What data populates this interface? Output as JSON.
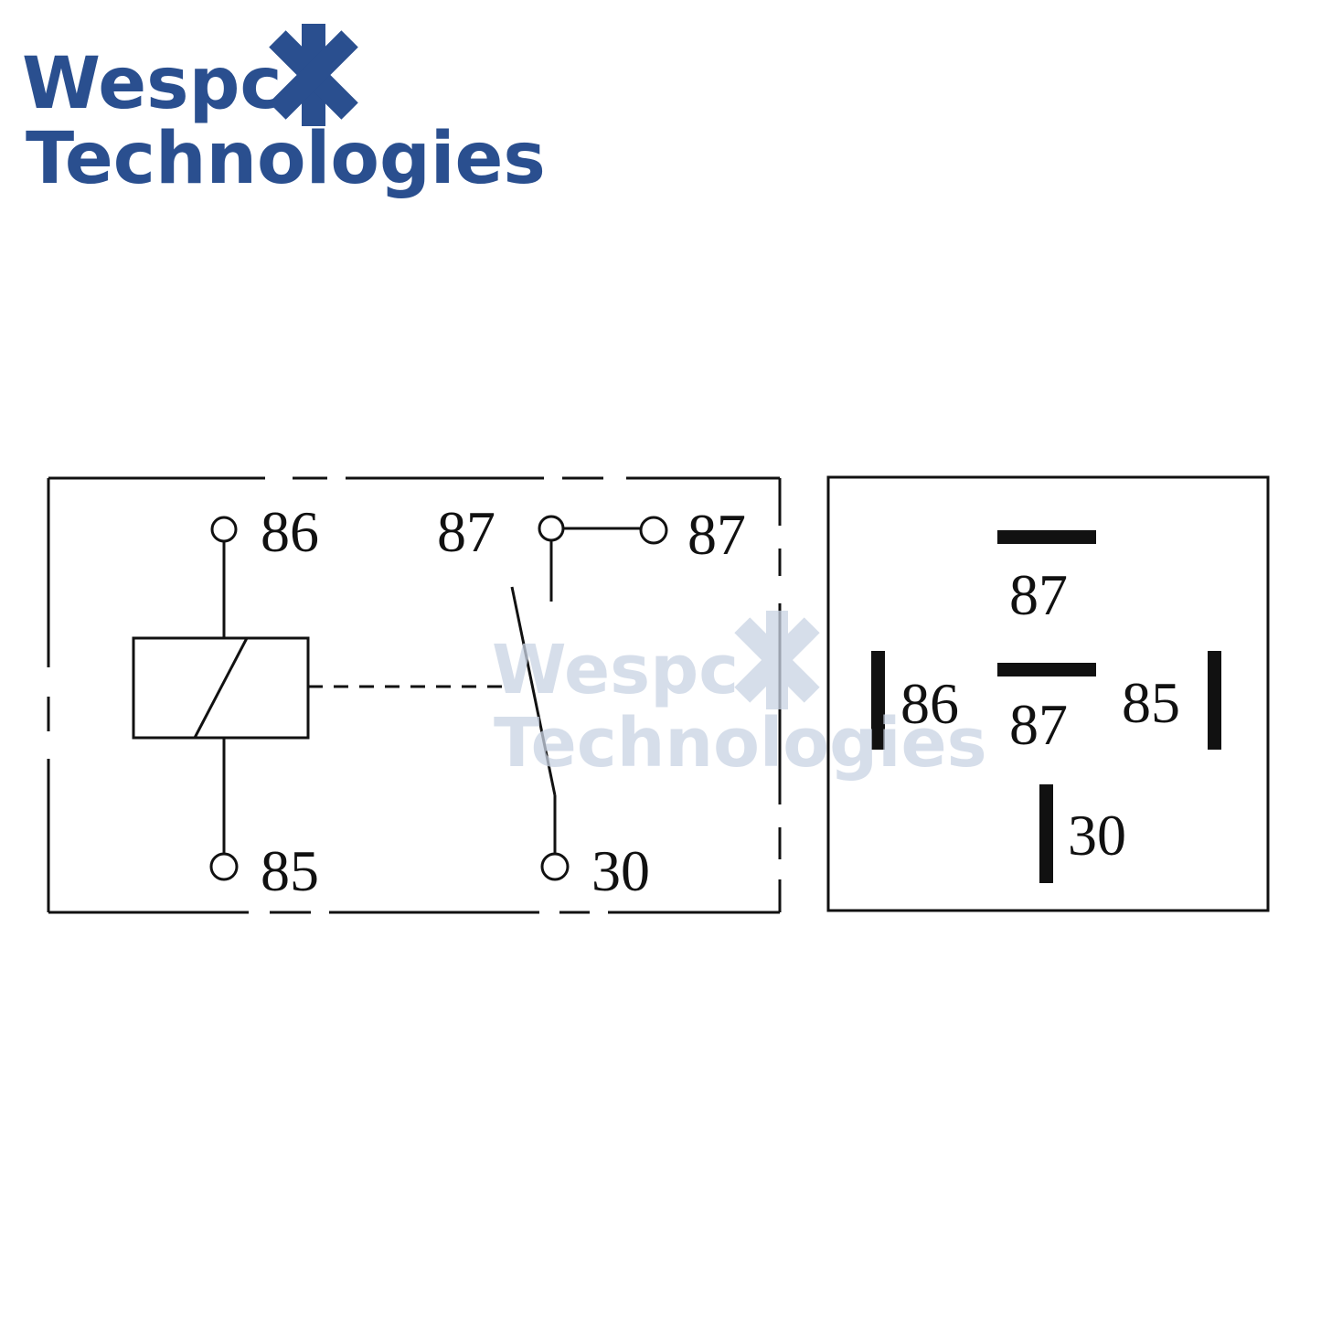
{
  "logo": {
    "line1": "Wespc",
    "line2": "Technologies",
    "color": "#2a4f8f"
  },
  "watermark": {
    "line1": "Wespc",
    "line2": "Technologies",
    "color": "#c9d3e3"
  },
  "schematic": {
    "coil_top_pin": "86",
    "coil_bottom_pin": "85",
    "switch_nc_pin": "87",
    "switch_no_pin": "87",
    "common_pin": "30",
    "line_color": "#111111"
  },
  "pinout": {
    "top_pin": "87",
    "center_pin": "87",
    "left_pin": "86",
    "right_pin": "85",
    "bottom_pin": "30"
  }
}
